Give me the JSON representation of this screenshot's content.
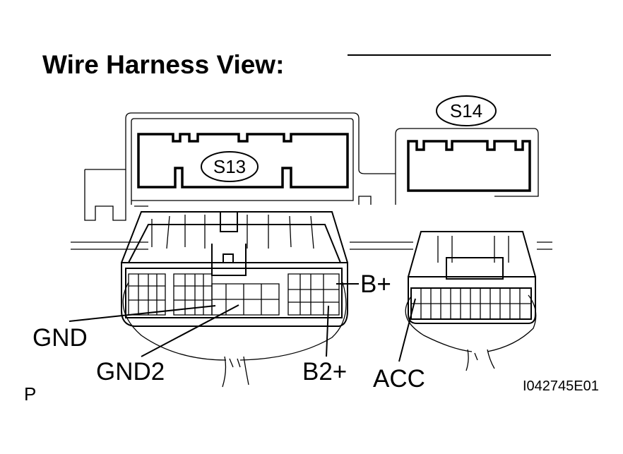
{
  "diagram": {
    "title": "Wire Harness View:",
    "connectors": [
      "S13",
      "S14"
    ],
    "terminals": {
      "b_plus": "B+",
      "gnd": "GND",
      "gnd2": "GND2",
      "b2_plus": "B2+",
      "acc": "ACC"
    },
    "corner_letter": "P",
    "figure_id": "I042745E01"
  }
}
